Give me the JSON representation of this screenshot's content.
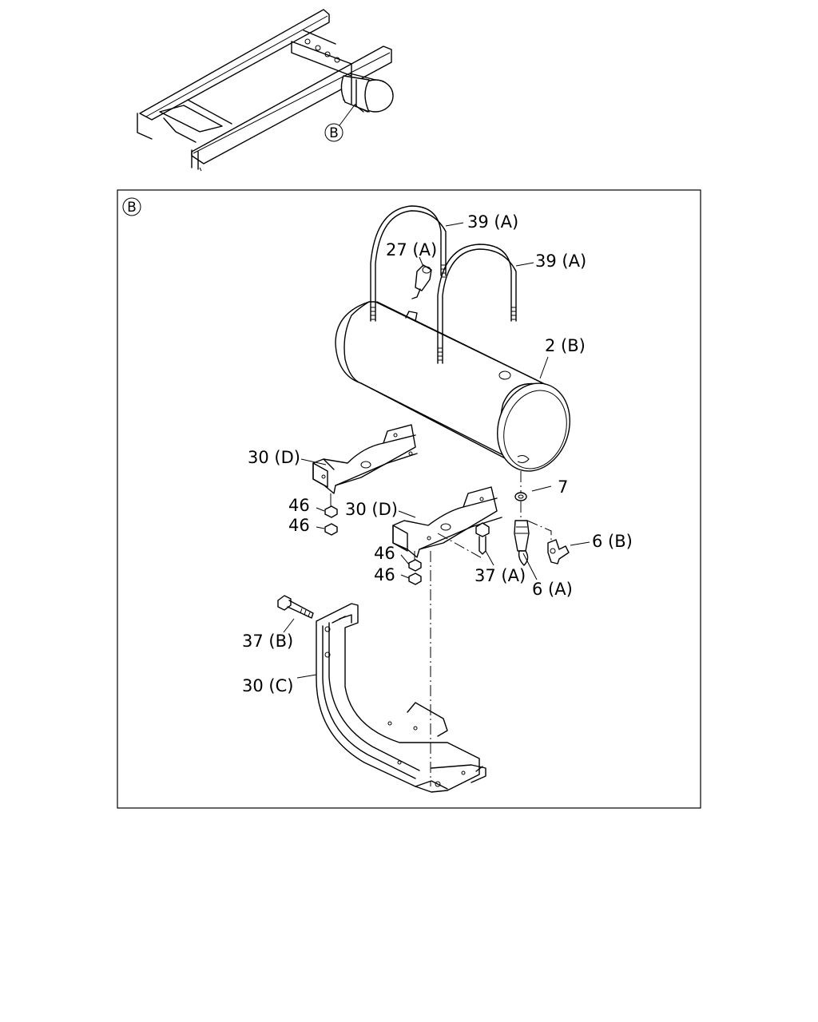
{
  "overview": {
    "callout": "B"
  },
  "detail": {
    "view_marker": "B",
    "callouts": {
      "strap_upper": "39 (A)",
      "strap_lower": "39 (A)",
      "drain_fitting": "27 (A)",
      "air_tank": "2 (B)",
      "bracket_upper": "30 (D)",
      "bracket_lower": "30 (D)",
      "washer": "7",
      "valve_b": "6 (B)",
      "valve_a": "6 (A)",
      "nut_1": "46",
      "nut_2": "46",
      "nut_3": "46",
      "nut_4": "46",
      "bolt_a": "37 (A)",
      "bolt_b": "37 (B)",
      "support": "30 (C)"
    }
  }
}
